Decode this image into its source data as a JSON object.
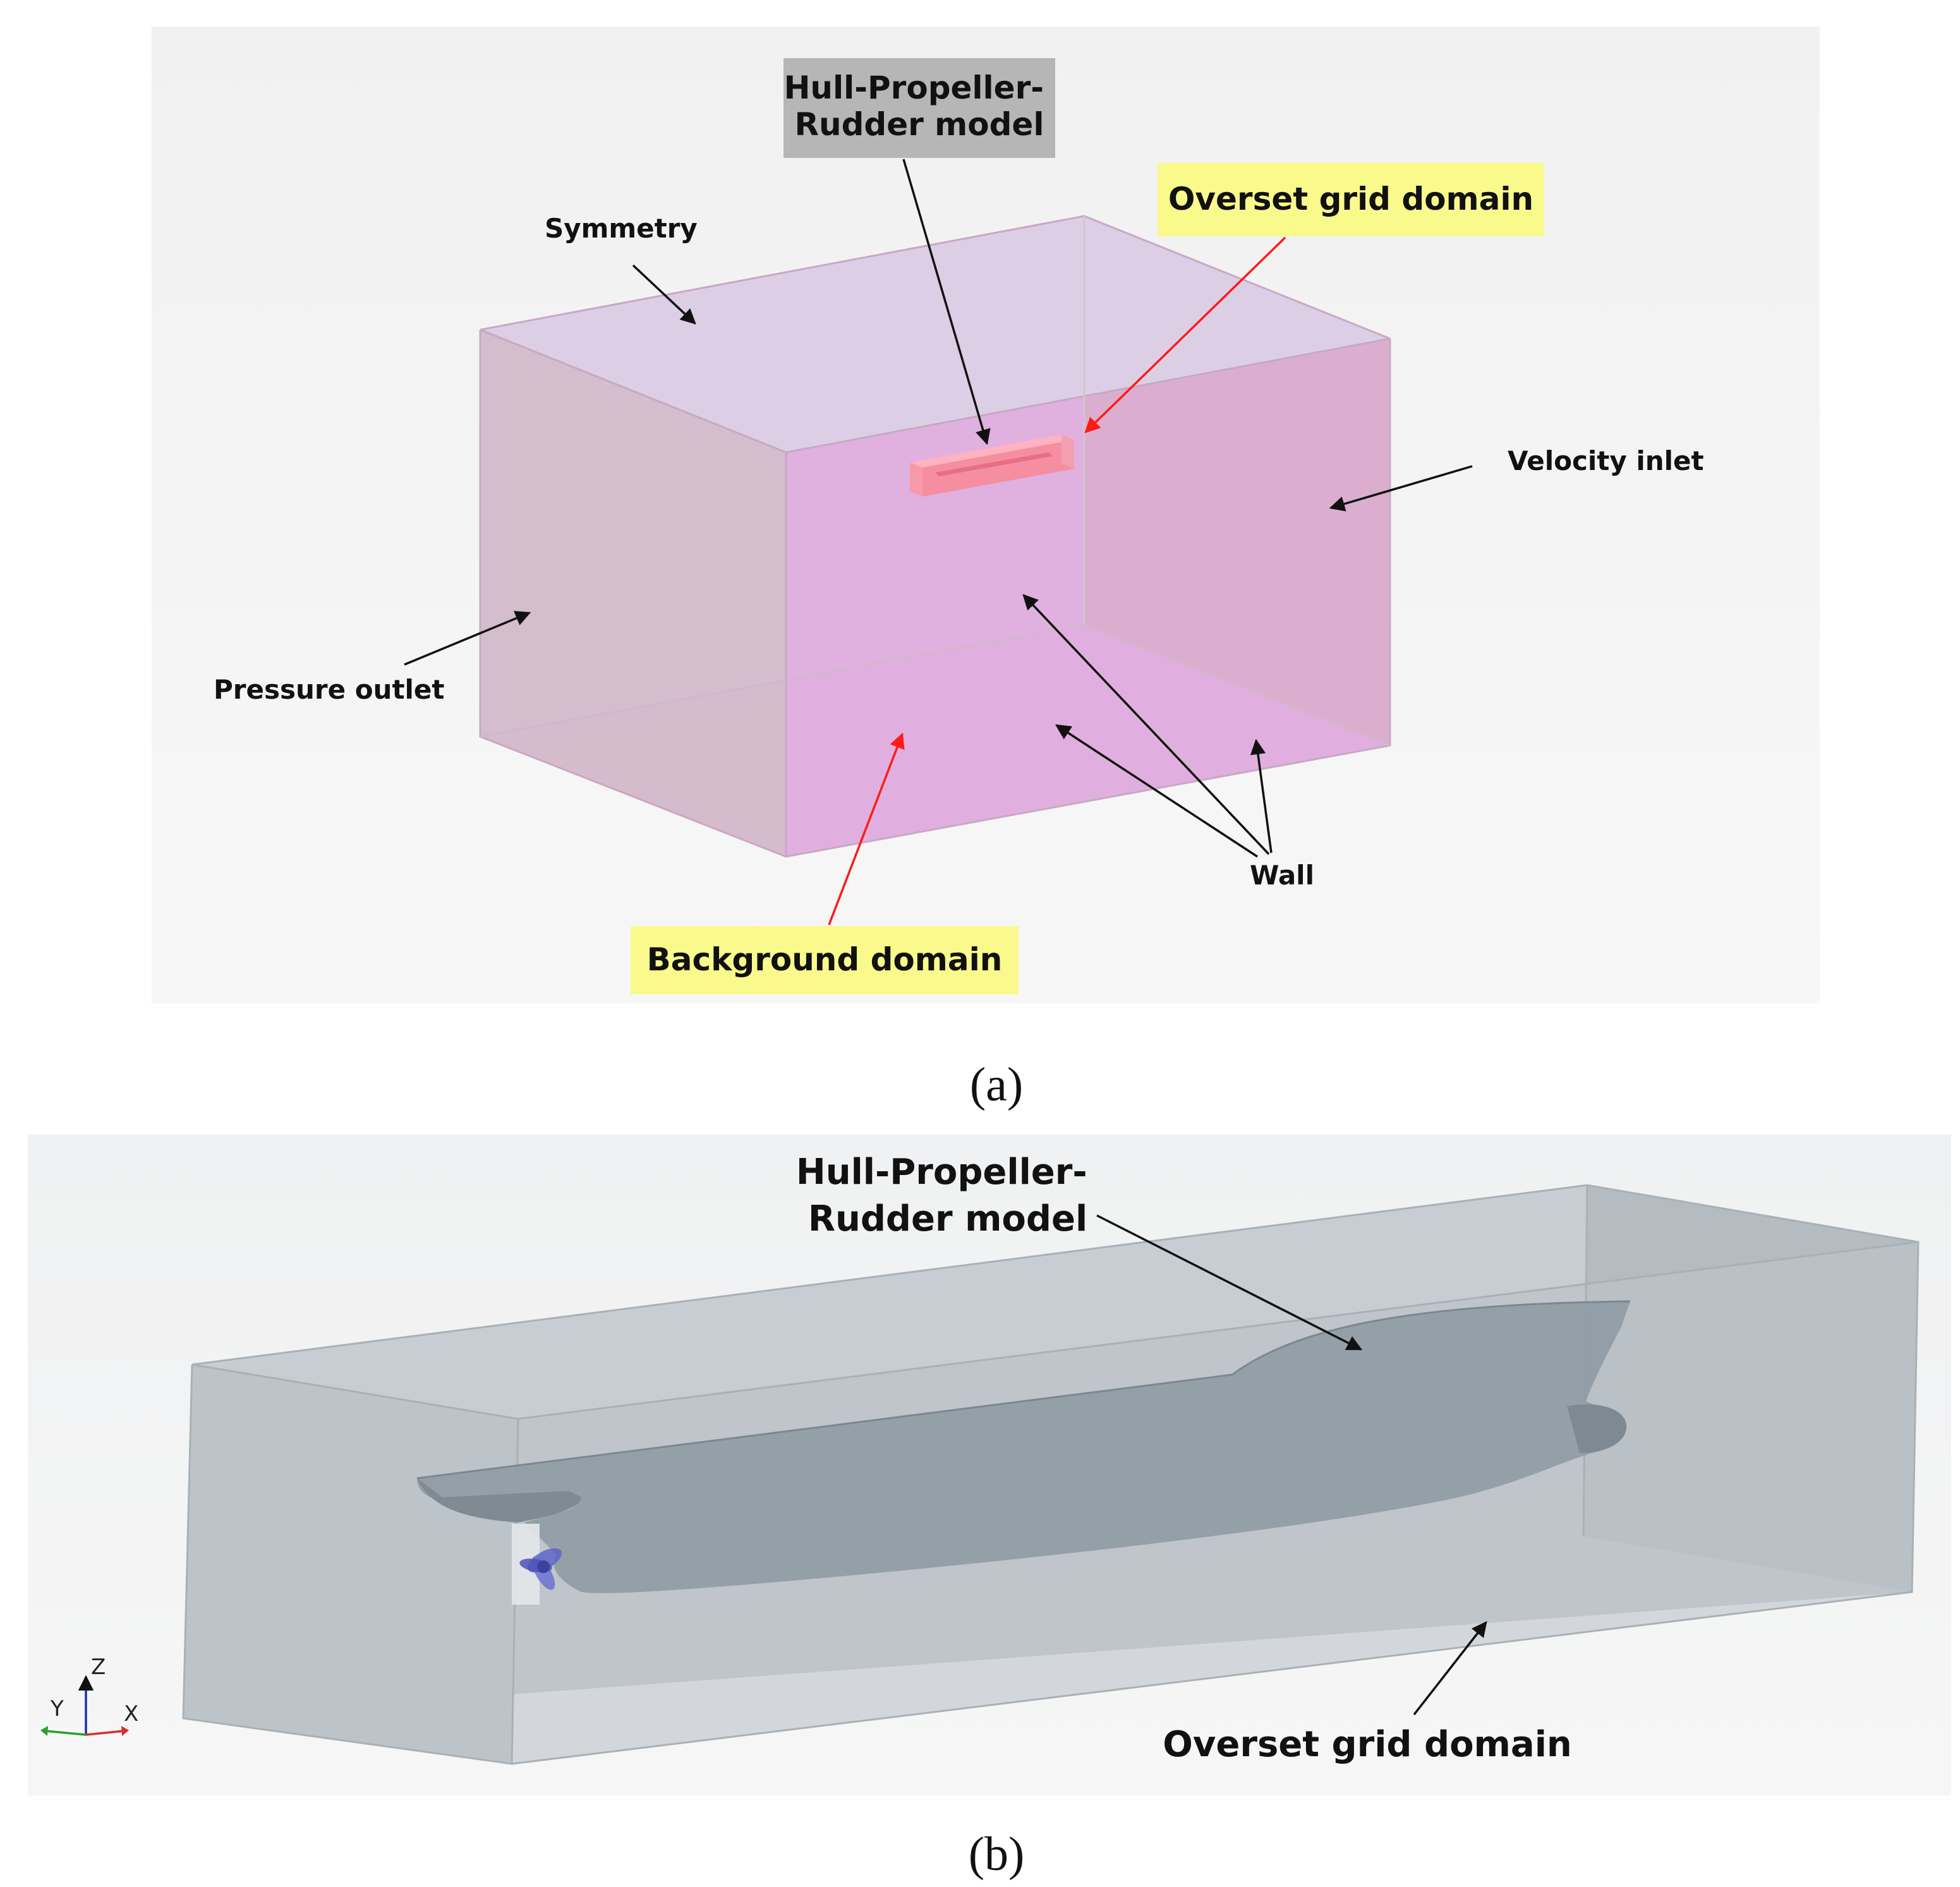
{
  "panel_a": {
    "label": "(a)",
    "callouts": {
      "hull_model": "Hull-Propeller-\nRudder model",
      "overset": "Overset grid domain",
      "symmetry": "Symmetry",
      "velocity_inlet": "Velocity inlet",
      "pressure_outlet": "Pressure outlet",
      "wall": "Wall",
      "background": "Background domain"
    },
    "colors": {
      "highlight_yellow": "#fafa8c",
      "model_box_gray": "#b6b6b6",
      "domain_pink": "#d8a6d0",
      "overset_arrow": "#ff1a1a"
    }
  },
  "panel_b": {
    "label": "(b)",
    "callouts": {
      "hull_model": "Hull-Propeller-\nRudder model",
      "overset": "Overset grid domain"
    },
    "axes": {
      "z": "Z",
      "y": "Y",
      "x": "X"
    },
    "colors": {
      "domain_gray": "#b9c0c6",
      "hull_gray": "#8f9ba4"
    }
  }
}
